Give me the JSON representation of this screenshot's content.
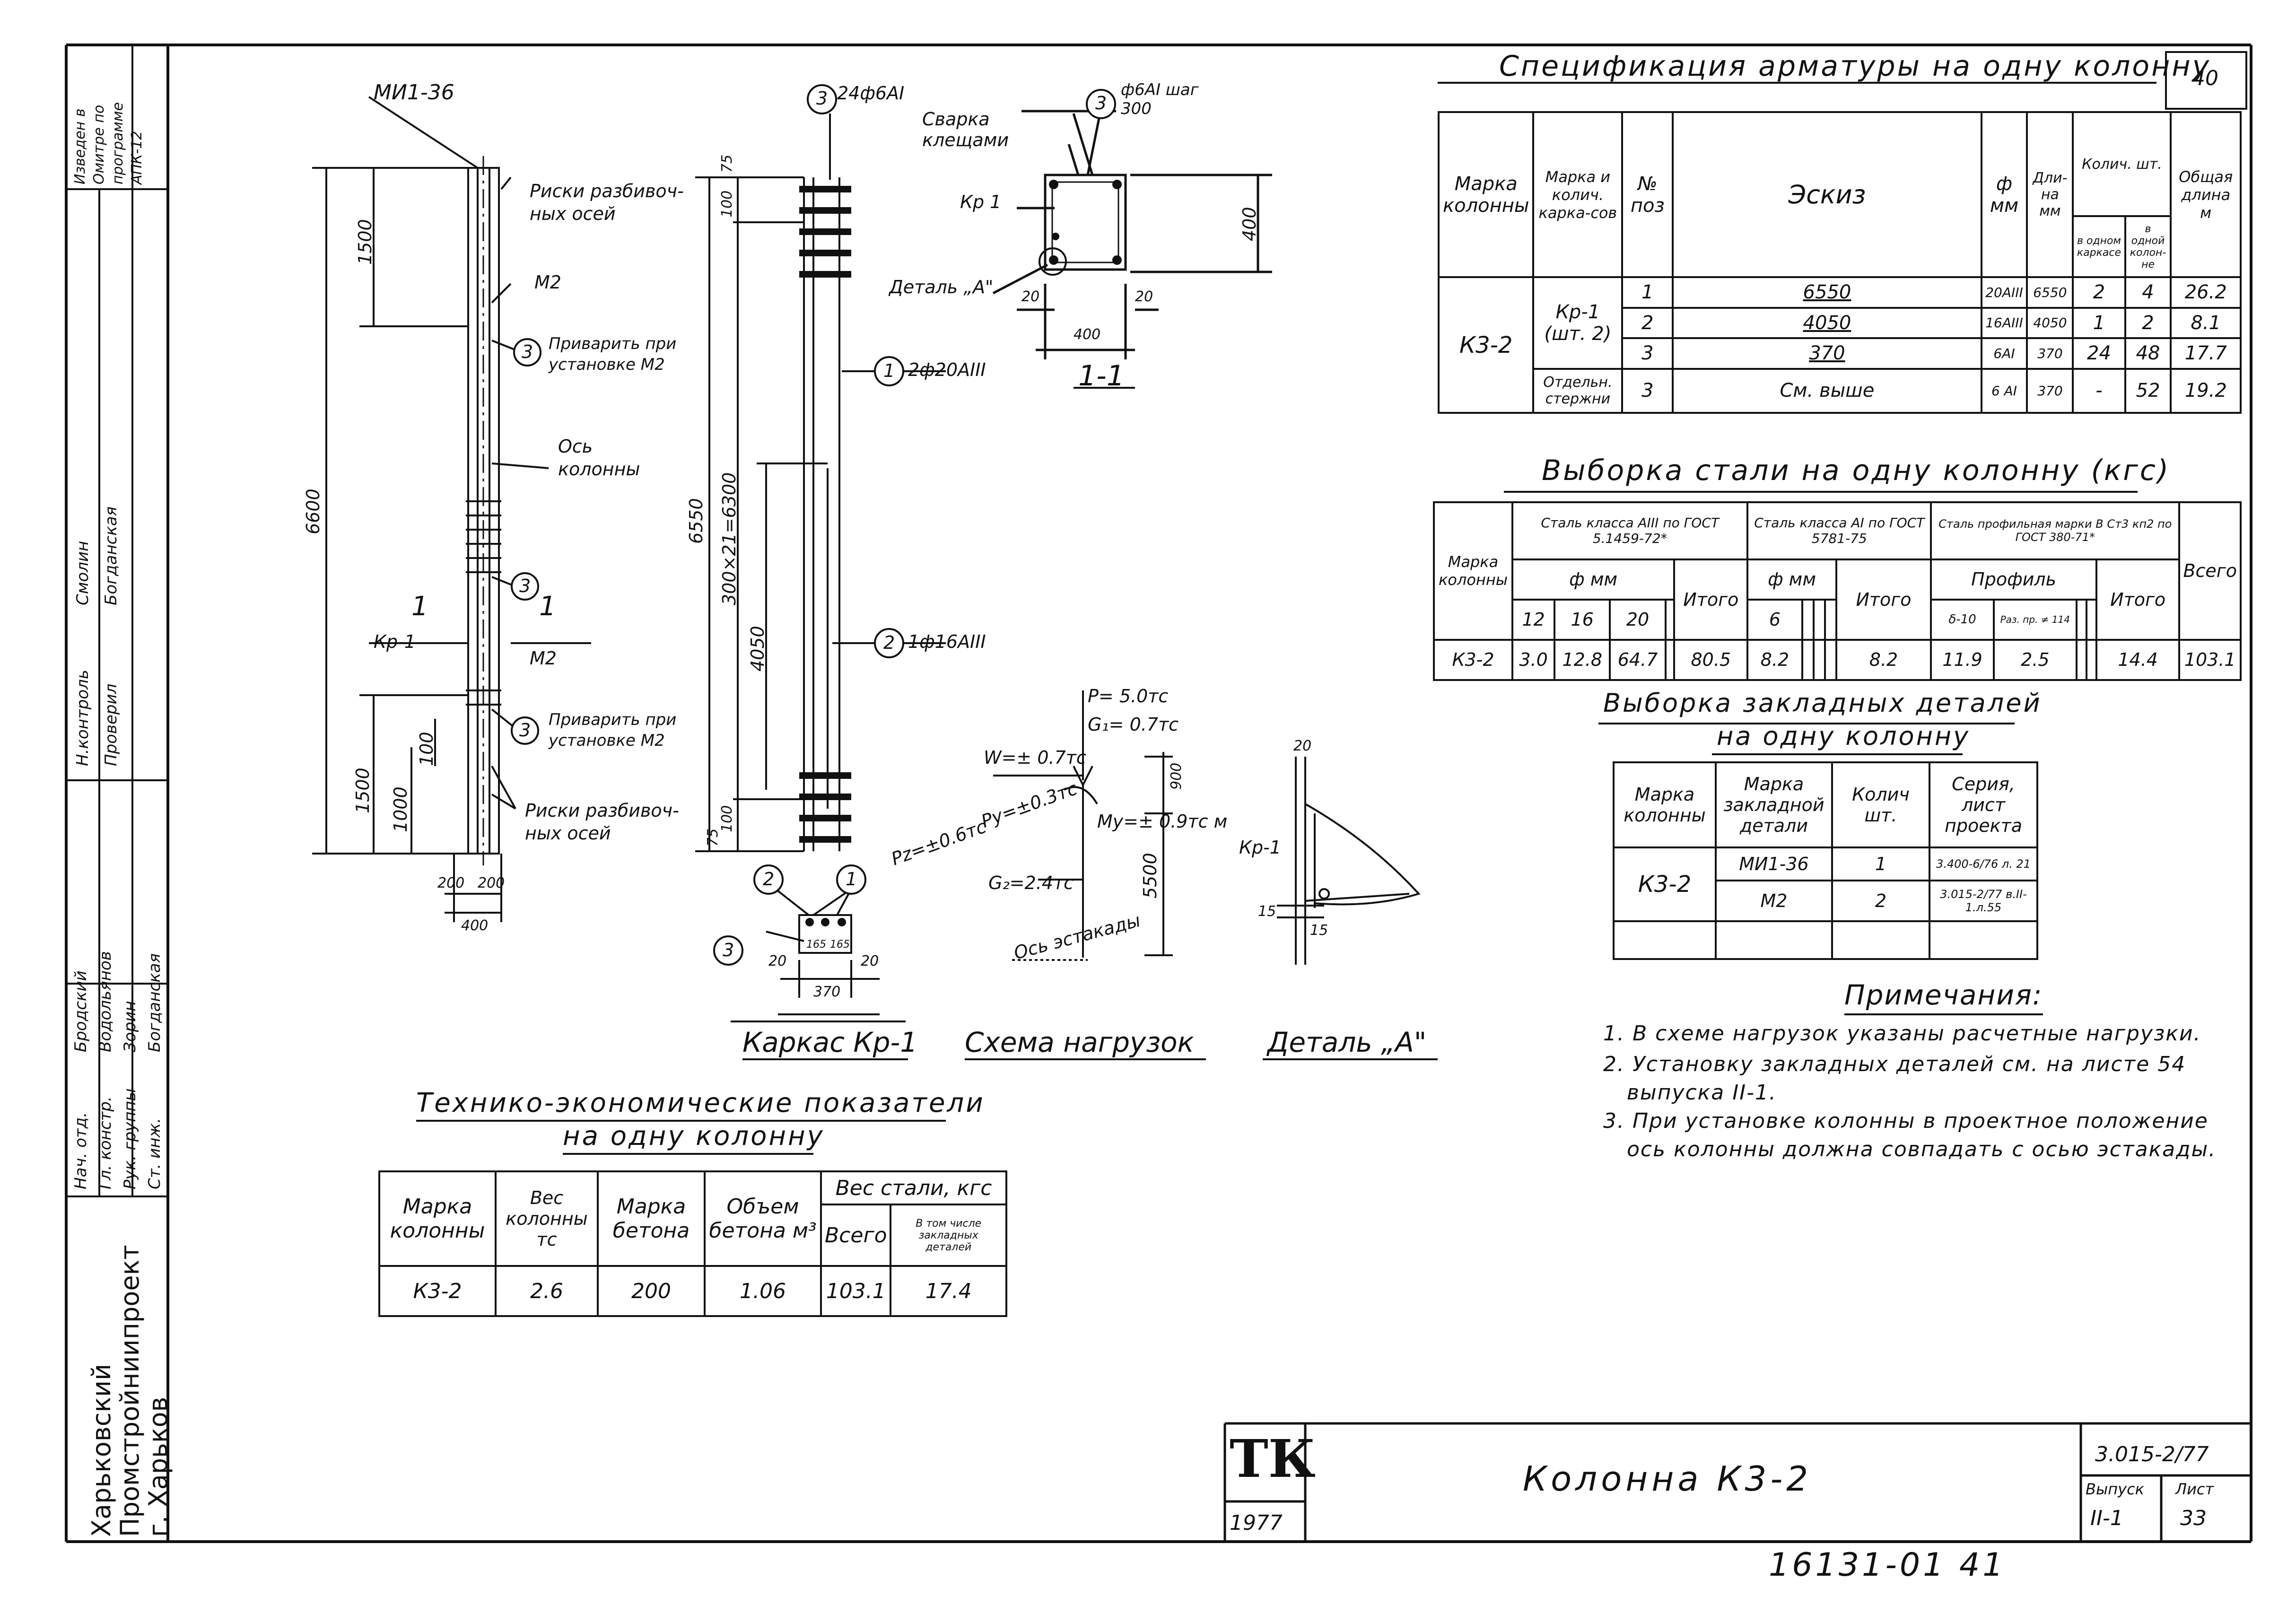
{
  "sheet_corner_number": "40",
  "spec_table": {
    "title": "Спецификация арматуры на одну колонну",
    "headers": {
      "col_mark": "Марка колонны",
      "frame_mark": "Марка и колич. карка-сов",
      "pos": "№ поз",
      "sketch": "Эскиз",
      "dia": "ф мм",
      "length": "Дли-на мм",
      "qty": "Колич. шт.",
      "qty_frame": "в одном каркасе",
      "qty_col": "в одной колон-не",
      "total_length": "Общая длина м"
    },
    "rows": [
      {
        "col": "К3-2",
        "frame": "Кр-1 (шт. 2)",
        "pos": "1",
        "sketch": "6550",
        "dia": "20АIII",
        "len": "6550",
        "qf": "2",
        "qc": "4",
        "total": "26.2"
      },
      {
        "col": "",
        "frame": "",
        "pos": "2",
        "sketch": "4050",
        "dia": "16АIII",
        "len": "4050",
        "qf": "1",
        "qc": "2",
        "total": "8.1"
      },
      {
        "col": "",
        "frame": "",
        "pos": "3",
        "sketch": "370",
        "dia": "6АI",
        "len": "370",
        "qf": "24",
        "qc": "48",
        "total": "17.7"
      },
      {
        "col": "",
        "frame": "Отдельн. стержни",
        "pos": "3",
        "sketch": "См. выше",
        "dia": "6 АI",
        "len": "370",
        "qf": "-",
        "qc": "52",
        "total": "19.2"
      }
    ]
  },
  "steel_table": {
    "title": "Выборка стали на одну колонну (кгс)",
    "mark_header": "Марка колонны",
    "group1": "Сталь класса АIII по ГОСТ 5.1459-72*",
    "group2": "Сталь класса АI по ГОСТ 5781-75",
    "group3": "Сталь профильная марки В Ст3 кп2 по ГОСТ 380-71*",
    "dia_header": "ф мм",
    "profile_header": "Профиль",
    "sub": [
      "12",
      "16",
      "20",
      "",
      "Итого",
      "6",
      "",
      "",
      "",
      "Итого",
      "δ-10",
      "Раз. пр. ≠ 114",
      "",
      "",
      "Итого",
      "Всего"
    ],
    "row": [
      "К3-2",
      "3.0",
      "12.8",
      "64.7",
      "",
      "80.5",
      "8.2",
      "",
      "",
      "",
      "8.2",
      "11.9",
      "2.5",
      "",
      "",
      "14.4",
      "103.1"
    ]
  },
  "embedded_table": {
    "title1": "Выборка закладных деталей",
    "title2": "на одну колонну",
    "headers": [
      "Марка колонны",
      "Марка закладной детали",
      "Колич шт.",
      "Серия, лист проекта"
    ],
    "col_mark": "К3-2",
    "rows": [
      {
        "mark": "МИ1-36",
        "qty": "1",
        "series": "3.400-6/76 л. 21"
      },
      {
        "mark": "М2",
        "qty": "2",
        "series": "3.015-2/77 в.II-1.л.55"
      }
    ]
  },
  "tech_table": {
    "title1": "Технико-экономические показатели",
    "title2": "на одну колонну",
    "headers": [
      "Марка колонны",
      "Вес колонны тс",
      "Марка бетона",
      "Объем бетона м³",
      "Вес стали, кгс",
      "Всего",
      "В том числе закладных деталей"
    ],
    "row": [
      "К3-2",
      "2.6",
      "200",
      "1.06",
      "103.1",
      "17.4"
    ]
  },
  "notes": {
    "title": "Примечания:",
    "items": [
      "1. В схеме нагрузок указаны расчетные нагрузки.",
      "2. Установку закладных деталей см. на листе 54",
      "выпуска II-1.",
      "3. При установке колонны в проектное положение",
      "ось колонны должна совпадать с осью эстакады."
    ]
  },
  "drawings": {
    "column": {
      "top_label": "МИ1-36",
      "mark_axes": "Риски разбивоч-ных осей",
      "m2": "М2",
      "weld_1": "Приварить при установке М2",
      "axis": "Ось колонны",
      "section_mark": "Кр-1",
      "section_num": "1",
      "weld_2": "Приварить при установке М2",
      "mark_axes2": "Риски разбивоч-ных осей",
      "dim_6600": "6600",
      "dim_1500_top": "1500",
      "dim_1500_bot": "1500",
      "dim_1000": "1000",
      "dim_100": "100",
      "dim_200a": "200",
      "dim_200b": "200",
      "dim_400": "400",
      "m2_mid": "М2"
    },
    "frame": {
      "bubble3_label": "24ф6АI",
      "bubble1_label": "2ф20АIII",
      "bubble2_label": "1ф16АIII",
      "dim_6550": "6550",
      "dim_300x21": "300×21=6300",
      "dim_4050": "4050",
      "dim_100a": "100",
      "dim_75a": "75",
      "dim_100b": "100",
      "dim_75b": "75",
      "dim_20a": "20",
      "dim_165a": "165",
      "dim_165b": "165",
      "dim_20b": "20",
      "dim_370": "370",
      "caption": "Каркас Кр-1"
    },
    "section": {
      "bubble3_label": "ф6АI шаг 300",
      "weld": "Сварка клещами",
      "kr1": "Кр 1",
      "detail": "Деталь „А\"",
      "dim_400v": "400",
      "dim_20a": "20",
      "dim_400h": "400",
      "dim_20b": "20",
      "caption": "1-1"
    },
    "loads": {
      "p": "P= 5.0тс",
      "g1": "G₁= 0.7тс",
      "w": "W=± 0.7тс",
      "pz": "Pz=±0.6тс",
      "py": "Py=±0.3тс",
      "my": "My=± 0.9тс м",
      "g2": "G₂=2.4тс",
      "axis": "Ось эстакады",
      "dim_900": "900",
      "dim_5500": "5500",
      "caption": "Схема нагрузок"
    },
    "detail_a": {
      "dim_20": "20",
      "kr1": "Кр-1",
      "dim_15a": "15",
      "dim_15b": "15",
      "caption": "Деталь „А\""
    }
  },
  "side_block": {
    "org": [
      "Харьковский",
      "Промстройниипроект",
      "г. Харьков"
    ],
    "roles": [
      "Нач. отд.",
      "Гл. констр.",
      "Рук. группы",
      "Ст. инж."
    ],
    "names": [
      "Бродский",
      "Водольянов",
      "Зорин",
      "Богданская"
    ],
    "col3": [
      "Н.контроль",
      "Проверил"
    ],
    "names2": [
      "Смолин",
      "Богданская"
    ],
    "top_note": "Изведен в Омитре по программе АПК-12"
  },
  "title_block": {
    "logo": "ТК",
    "year": "1977",
    "name": "Колонна К3-2",
    "series": "3.015-2/77",
    "issue_label": "Выпуск",
    "issue": "II-1",
    "sheet_label": "Лист",
    "sheet": "33"
  },
  "archive_number": "16131-01  41"
}
